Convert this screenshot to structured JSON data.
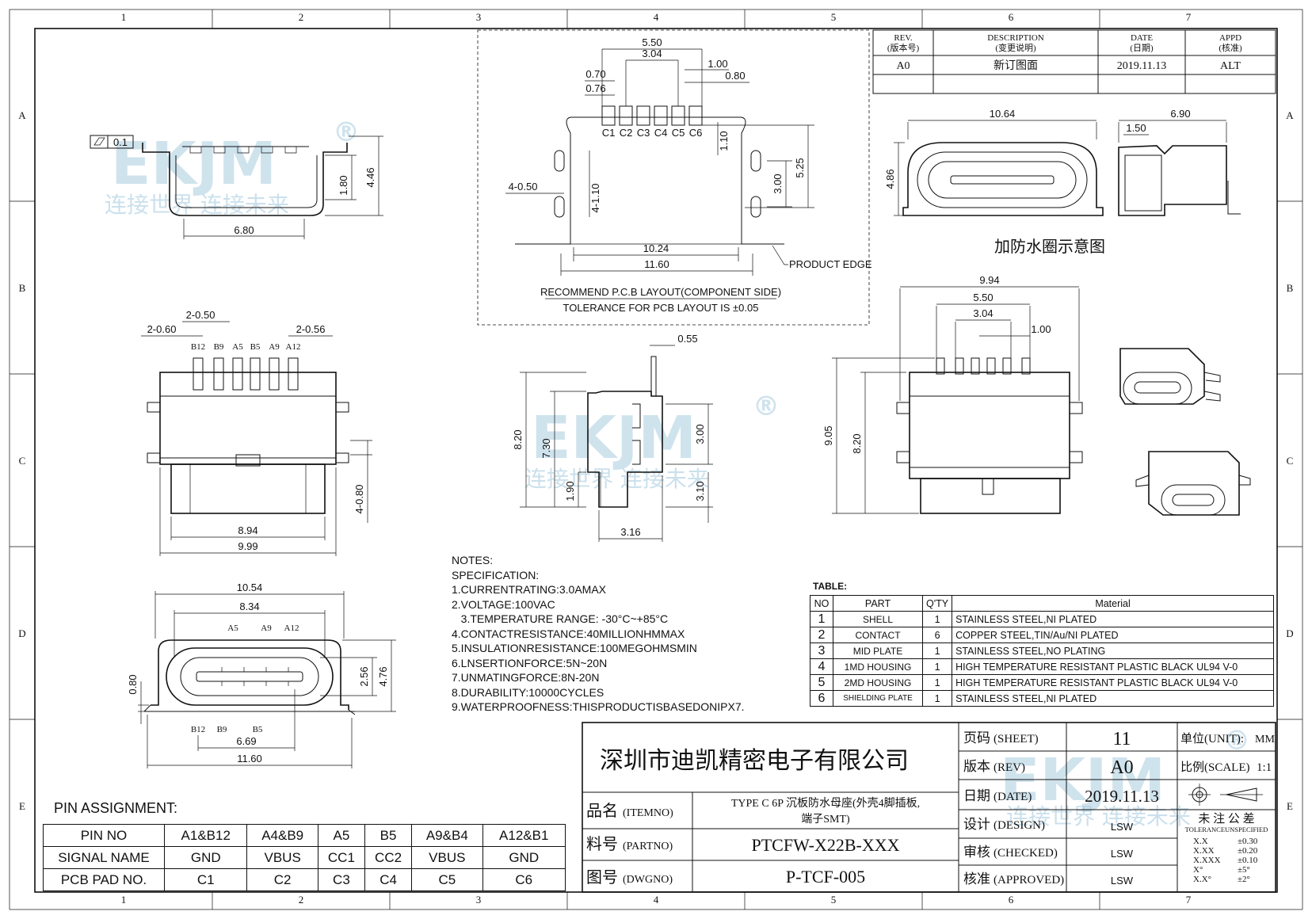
{
  "zones": {
    "columns": [
      "1",
      "2",
      "3",
      "4",
      "5",
      "6",
      "7"
    ],
    "rows": [
      "A",
      "B",
      "C",
      "D",
      "E"
    ]
  },
  "revision_block": {
    "headers": [
      {
        "en": "REV.",
        "cn": "(版本号)"
      },
      {
        "en": "DESCRIPTION",
        "cn": "(变更说明)"
      },
      {
        "en": "DATE",
        "cn": "(日期)"
      },
      {
        "en": "APPD",
        "cn": "(核准)"
      }
    ],
    "row": {
      "rev": "A0",
      "description": "新订图面",
      "date": "2019.11.13",
      "appd": "ALT"
    }
  },
  "watermark": {
    "logo": "EKJM",
    "registered": "®",
    "slogan": "连接世界  连接未来"
  },
  "views": {
    "side": {
      "flatness": "0.1",
      "dims": [
        "6.80",
        "1.80",
        "4.46"
      ]
    },
    "pcb": {
      "dims": [
        "5.50",
        "3.04",
        "1.00",
        "0.70",
        "0.80",
        "0.76",
        "4-0.50",
        "4-1.10",
        "1.10",
        "3.00",
        "5.25",
        "10.24",
        "11.60"
      ],
      "pads": [
        "C1",
        "C2",
        "C3",
        "C4",
        "C5",
        "C6"
      ],
      "product_edge": "PRODUCT EDGE",
      "recommend": "RECOMMEND P.C.B LAYOUT(COMPONENT SIDE)",
      "tolerance": "TOLERANCE FOR PCB LAYOUT IS ±0.05"
    },
    "waterproof": {
      "dims": [
        "10.64",
        "4.86",
        "6.90",
        "1.50"
      ],
      "caption": "加防水圈示意图"
    },
    "top": {
      "dims": [
        "2-0.50",
        "2-0.60",
        "2-0.56",
        "4-0.80",
        "8.94",
        "9.99"
      ],
      "pins": [
        "B12",
        "B9",
        "A5",
        "B5",
        "A9",
        "A12"
      ]
    },
    "profile": {
      "dims": [
        "0.55",
        "8.20",
        "7.30",
        "3.00",
        "1.90",
        "3.10",
        "3.16"
      ]
    },
    "rear": {
      "dims": [
        "9.94",
        "5.50",
        "3.04",
        "1.00",
        "9.05",
        "8.20"
      ]
    },
    "front": {
      "dims": [
        "10.54",
        "8.34",
        "0.80",
        "2.56",
        "4.76",
        "6.69",
        "11.60"
      ],
      "pins_top": [
        "A5",
        "A9",
        "A12"
      ],
      "pins_bottom": [
        "B12",
        "B9",
        "B5"
      ]
    }
  },
  "notes": {
    "lines": [
      "NOTES:",
      "SPECIFICATION:",
      "1.CURRENTRATING:3.0AMAX",
      "2.VOLTAGE:100VAC",
      "   3.TEMPERATURE RANGE: -30°C~+85°C",
      "4.CONTACTRESISTANCE:40MILLIONHMMAX",
      "5.INSULATIONRESISTANCE:100MEGOHMSMIN",
      "6.LNSERTIONFORCE:5N~20N",
      "7.UNMATINGFORCE:8N-20N",
      "8.DURABILITY:10000CYCLES",
      "9.WATERPROOFNESS:THISPRODUCTISBASEDONIPX7."
    ]
  },
  "material_table": {
    "title": "TABLE:",
    "headers": [
      "NO",
      "PART",
      "Q'TY",
      "Material"
    ],
    "rows": [
      [
        "1",
        "SHELL",
        "1",
        "STAINLESS  STEEL,NI  PLATED"
      ],
      [
        "2",
        "CONTACT",
        "6",
        "COPPER  STEEL,TIN/Au/NI  PLATED"
      ],
      [
        "3",
        "MID PLATE",
        "1",
        "STAINLESS  STEEL,NO  PLATING"
      ],
      [
        "4",
        "1MD HOUSING",
        "1",
        "HIGH  TEMPERATURE  RESISTANT  PLASTIC  BLACK  UL94  V-0"
      ],
      [
        "5",
        "2MD HOUSING",
        "1",
        "HIGH  TEMPERATURE  RESISTANT  PLASTIC  BLACK  UL94  V-0"
      ],
      [
        "6",
        "SHIELDING PLATE",
        "1",
        "STAINLESS  STEEL,NI  PLATED"
      ]
    ]
  },
  "pin_assignment": {
    "title": "PIN  ASSIGNMENT:",
    "rows": [
      [
        "PIN NO",
        "A1&B12",
        "A4&B9",
        "A5",
        "B5",
        "A9&B4",
        "A12&B1"
      ],
      [
        "SIGNAL  NAME",
        "GND",
        "VBUS",
        "CC1",
        "CC2",
        "VBUS",
        "GND"
      ],
      [
        "PCB PAD NO.",
        "C1",
        "C2",
        "C3",
        "C4",
        "C5",
        "C6"
      ]
    ]
  },
  "title_block": {
    "company": "深圳市迪凯精密电子有限公司",
    "item_label": "品名",
    "item_label_en": "(ITEMNO)",
    "item_value_1": "TYPE C 6P 沉板防水母座(外壳4脚插板,",
    "item_value_2": "端子SMT)",
    "part_label": "料号",
    "part_label_en": "(PARTNO)",
    "part_value": "PTCFW-X22B-XXX",
    "dwg_label": "图号",
    "dwg_label_en": "(DWGNO)",
    "dwg_value": "P-TCF-005",
    "sheet_label": "页码",
    "sheet_label_en": "(SHEET)",
    "sheet_value": "11",
    "rev_label": "版本",
    "rev_label_en": "(REV)",
    "rev_value": "A0",
    "date_label": "日期",
    "date_label_en": "(DATE)",
    "date_value": "2019.11.13",
    "design_label": "设计",
    "design_label_en": "(DESIGN)",
    "design_value": "LSW",
    "checked_label": "审核",
    "checked_label_en": "(CHECKED)",
    "checked_value": "LSW",
    "approved_label": "核准",
    "approved_label_en": "(APPROVED)",
    "approved_value": "LSW",
    "unit_label": "单位(UNIT):",
    "unit_value": "MM",
    "scale_label": "比例(SCALE)",
    "scale_value": "1:1",
    "tolerance_title": "未 注 公 差",
    "tolerance_sub": "TOLERANCEUNSPECIFIED",
    "tolerances": [
      [
        "X.X",
        "±0.30"
      ],
      [
        "X.XX",
        "±0.20"
      ],
      [
        "X.XXX",
        "±0.10"
      ],
      [
        "X°",
        "±5°"
      ],
      [
        "X.X°",
        "±2°"
      ]
    ]
  }
}
